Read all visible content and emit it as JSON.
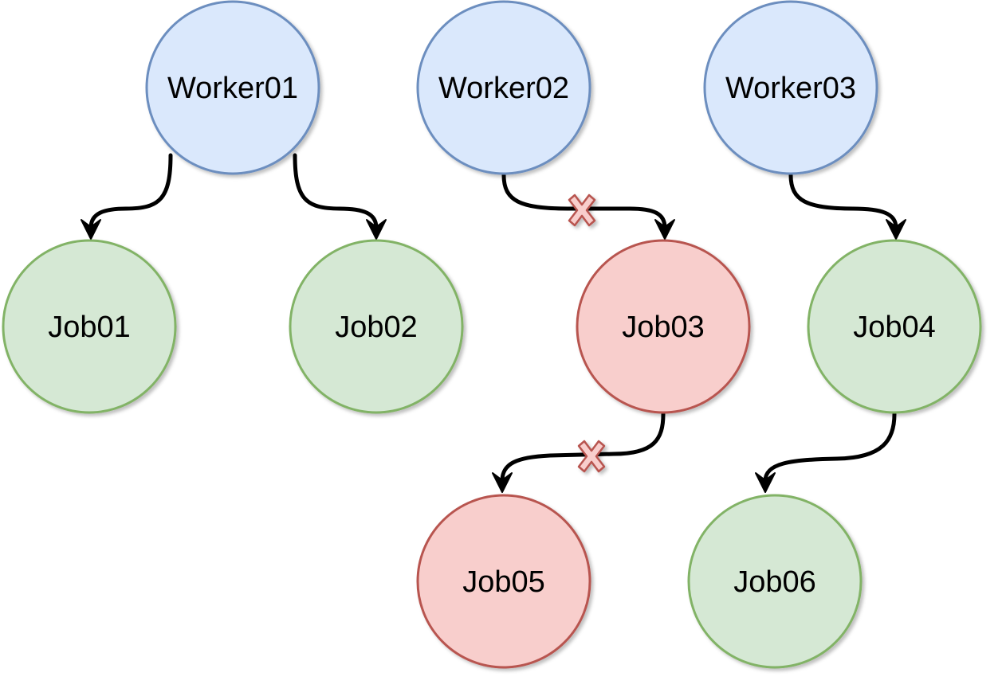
{
  "colors": {
    "worker_fill": "#dae8fc",
    "worker_stroke": "#6c8ebf",
    "ok_fill": "#d5e8d4",
    "ok_stroke": "#82b366",
    "failed_fill": "#f8cecc",
    "failed_stroke": "#b85450",
    "edge": "#000000",
    "cross_fill": "#f8cecc",
    "cross_stroke": "#b85450"
  },
  "nodes": [
    {
      "id": "worker01",
      "label": "Worker01",
      "kind": "worker"
    },
    {
      "id": "worker02",
      "label": "Worker02",
      "kind": "worker"
    },
    {
      "id": "worker03",
      "label": "Worker03",
      "kind": "worker"
    },
    {
      "id": "job01",
      "label": "Job01",
      "kind": "ok"
    },
    {
      "id": "job02",
      "label": "Job02",
      "kind": "ok"
    },
    {
      "id": "job03",
      "label": "Job03",
      "kind": "failed"
    },
    {
      "id": "job04",
      "label": "Job04",
      "kind": "ok"
    },
    {
      "id": "job05",
      "label": "Job05",
      "kind": "failed"
    },
    {
      "id": "job06",
      "label": "Job06",
      "kind": "ok"
    }
  ],
  "edges": [
    {
      "id": "worker01-job01",
      "from": "worker01",
      "to": "job01",
      "blocked": false
    },
    {
      "id": "worker01-job02",
      "from": "worker01",
      "to": "job02",
      "blocked": false
    },
    {
      "id": "worker02-job03",
      "from": "worker02",
      "to": "job03",
      "blocked": true
    },
    {
      "id": "worker03-job04",
      "from": "worker03",
      "to": "job04",
      "blocked": false
    },
    {
      "id": "job03-job05",
      "from": "job03",
      "to": "job05",
      "blocked": true
    },
    {
      "id": "job04-job06",
      "from": "job04",
      "to": "job06",
      "blocked": false
    }
  ]
}
